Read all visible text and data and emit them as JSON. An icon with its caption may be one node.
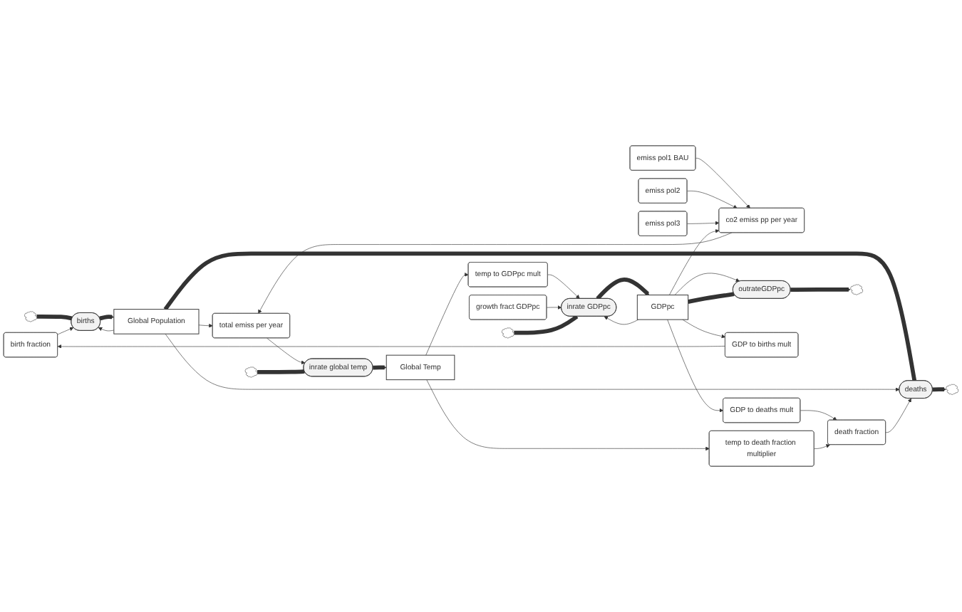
{
  "diagram": {
    "nodes": [
      {
        "text": [
          "birth fraction"
        ]
      },
      {
        "text": [
          "Global Population"
        ]
      },
      {
        "text": [],
        "shape": "cloud"
      },
      {
        "text": [
          "births"
        ]
      },
      {
        "text": [
          "deaths"
        ]
      },
      {
        "text": [],
        "shape": "cloud"
      },
      {
        "text": [
          "death fraction"
        ]
      },
      {
        "text": [
          "co2 emiss pp per year"
        ]
      },
      {
        "text": [
          "total emiss per year"
        ]
      },
      {
        "text": [
          "emiss pol1 BAU"
        ]
      },
      {
        "text": [
          "emiss pol2"
        ]
      },
      {
        "text": [
          "emiss pol3"
        ]
      },
      {
        "text": [
          "GDP to deaths mult"
        ]
      },
      {
        "text": [
          "Global Temp"
        ]
      },
      {
        "text": [
          "temp to death fraction multiplier"
        ]
      },
      {
        "text": [],
        "shape": "cloud"
      },
      {
        "text": [
          "inrate global temp"
        ]
      },
      {
        "text": [
          "temp to GDPpc mult"
        ]
      },
      {
        "text": [
          "GDP to births mult"
        ]
      },
      {
        "text": [],
        "shape": "cloud"
      },
      {
        "text": [
          "inrate GDPpc"
        ]
      },
      {
        "text": [
          "GDPpc"
        ]
      },
      {
        "text": [
          "outrateGDPpc"
        ]
      },
      {
        "text": [],
        "shape": "cloud"
      },
      {
        "text": [
          "growth fract GDPpc"
        ]
      }
    ],
    "edges": [
      {
        "from": 2,
        "to": 3,
        "arrow": "none",
        "style": "thick"
      },
      {
        "from": 3,
        "to": 1,
        "arrow": "to",
        "style": "thick"
      },
      {
        "from": 1,
        "to": 4,
        "arrow": "none",
        "style": "thick"
      },
      {
        "from": 4,
        "to": 5,
        "arrow": "to",
        "style": "thick"
      },
      {
        "from": 0,
        "to": 3,
        "arrow": "to"
      },
      {
        "from": 1,
        "to": 3,
        "arrow": "to"
      },
      {
        "from": 1,
        "to": 4,
        "arrow": "to"
      },
      {
        "from": 6,
        "to": 4,
        "arrow": "to"
      },
      {
        "from": 1,
        "to": 8,
        "arrow": "to"
      },
      {
        "from": 7,
        "to": 8,
        "arrow": "to"
      },
      {
        "from": 9,
        "to": 7,
        "arrow": "to"
      },
      {
        "from": 10,
        "to": 7,
        "arrow": "to"
      },
      {
        "from": 11,
        "to": 7,
        "arrow": "to"
      },
      {
        "from": 21,
        "to": 7,
        "arrow": "to"
      },
      {
        "from": 12,
        "to": 6,
        "arrow": "to"
      },
      {
        "from": 21,
        "to": 12,
        "arrow": "to"
      },
      {
        "from": 14,
        "to": 6,
        "arrow": "to"
      },
      {
        "from": 13,
        "to": 14,
        "arrow": "to"
      },
      {
        "from": 8,
        "to": 16,
        "arrow": "to"
      },
      {
        "from": 15,
        "to": 16,
        "arrow": "none",
        "style": "thick"
      },
      {
        "from": 16,
        "to": 13,
        "arrow": "to",
        "style": "thick"
      },
      {
        "from": 13,
        "to": 17,
        "arrow": "to"
      },
      {
        "from": 17,
        "to": 20,
        "arrow": "to"
      },
      {
        "from": 24,
        "to": 20,
        "arrow": "to"
      },
      {
        "from": 21,
        "to": 20,
        "arrow": "to"
      },
      {
        "from": 21,
        "to": 22,
        "arrow": "to"
      },
      {
        "from": 19,
        "to": 20,
        "arrow": "none",
        "style": "thick"
      },
      {
        "from": 20,
        "to": 21,
        "arrow": "to",
        "style": "thick"
      },
      {
        "from": 21,
        "to": 22,
        "arrow": "none",
        "style": "thick"
      },
      {
        "from": 22,
        "to": 23,
        "arrow": "to",
        "style": "thick"
      },
      {
        "from": 21,
        "to": 18,
        "arrow": "to"
      },
      {
        "from": 18,
        "to": 0,
        "arrow": "to"
      }
    ]
  }
}
